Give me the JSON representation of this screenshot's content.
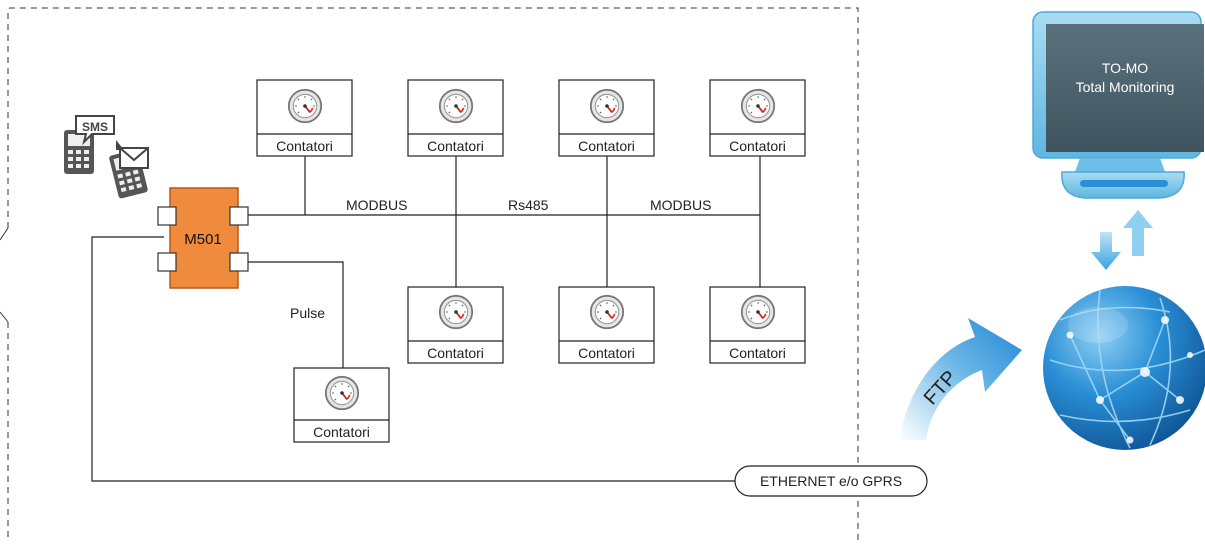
{
  "controller": {
    "label": "M501"
  },
  "bus": {
    "label_left": "MODBUS",
    "label_center": "Rs485",
    "label_right": "MODBUS"
  },
  "pulse": {
    "label": "Pulse"
  },
  "meters": {
    "top": [
      "Contatori",
      "Contatori",
      "Contatori",
      "Contatori"
    ],
    "bottom": [
      "Contatori",
      "Contatori",
      "Contatori"
    ],
    "pulse_meter": "Contatori"
  },
  "sms_icon": {
    "label": "SMS"
  },
  "network": {
    "label": "ETHERNET e/o GPRS"
  },
  "ftp": {
    "label": "FTP"
  },
  "monitor": {
    "line1": "TO-MO",
    "line2": "Total Monitoring"
  },
  "colors": {
    "controller_fill": "#f08a3c",
    "controller_stroke": "#b85a14",
    "monitor_frame": "#7dc6e8",
    "screen": "#4e6570",
    "arrow_blue": "#2b8fd6",
    "globe": "#1b7cc4"
  },
  "icons": [
    "sms-phone-icon",
    "email-phone-icon",
    "gauge-icon",
    "globe-icon",
    "monitor-icon",
    "ftp-arrow-icon",
    "sync-arrows-icon"
  ]
}
